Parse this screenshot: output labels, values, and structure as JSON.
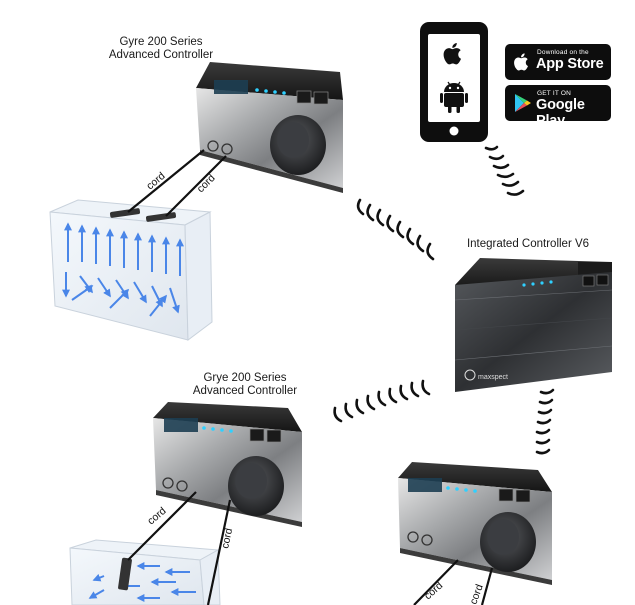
{
  "labels": {
    "gyre_top_line1": "Gyre 200 Series",
    "gyre_top_line2": "Advanced Controller",
    "gyre_bottom_line1": "Grye 200 Series",
    "gyre_bottom_line2": "Advanced Controller",
    "integrated": "Integrated Controller V6"
  },
  "badges": {
    "app_store_small": "Download on the",
    "app_store_big": "App Store",
    "google_play_small": "GET IT ON",
    "google_play_big": "Google Play"
  },
  "cord_label": "cord",
  "controller_logo": "maxspect",
  "colors": {
    "arrow_blue": "#4a86e8",
    "device_dark": "#2b2b2b",
    "led_blue": "#2fd0ff",
    "badge_bg": "#0d0d0d"
  },
  "icons": [
    "smartphone-icon",
    "apple-icon",
    "android-icon",
    "google-play-icon",
    "wifi-wave-icon"
  ]
}
